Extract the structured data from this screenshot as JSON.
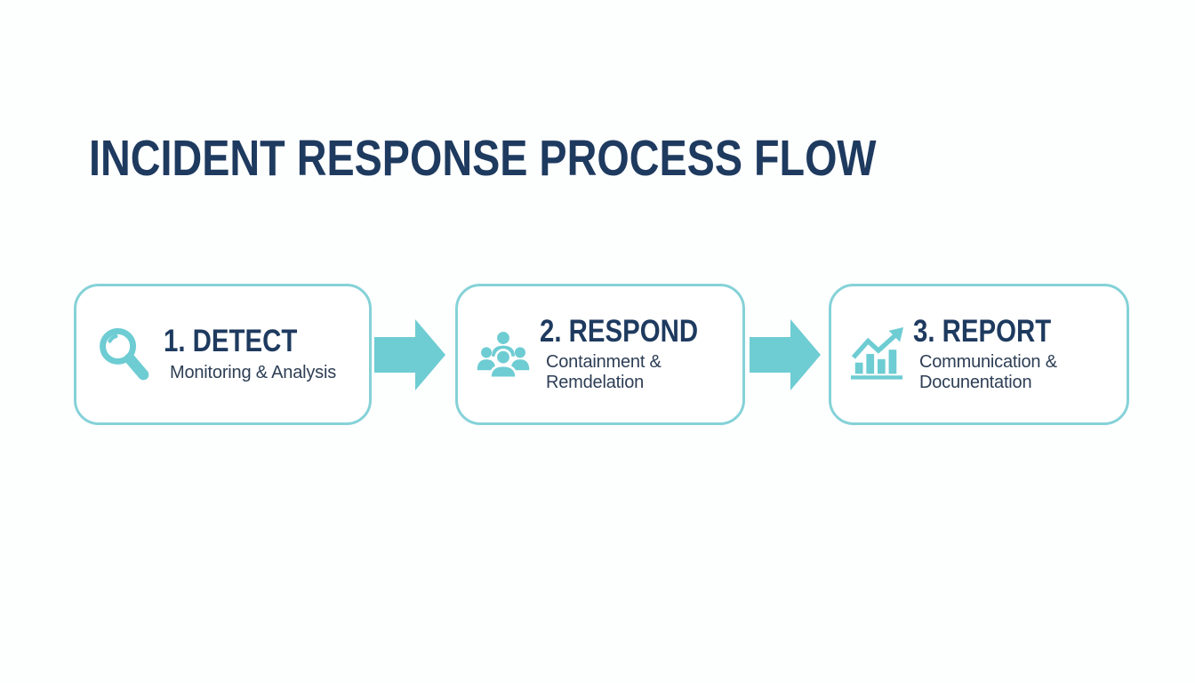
{
  "page": {
    "title": "INCIDENT RESPONSE PROCESS FLOW"
  },
  "colors": {
    "accent_teal": "#6eccd3",
    "box_border_teal": "#85d2d8",
    "heading_navy": "#1e3a5f",
    "subtitle_navy": "#2d3e55",
    "background": "#fdfefe"
  },
  "steps": [
    {
      "title": "1. DETECT",
      "icon": "magnifier-icon",
      "subtitle_lines": [
        "Monitoring & Analysis"
      ]
    },
    {
      "title": "2. RESPOND",
      "icon": "team-icon",
      "subtitle_lines": [
        "Containment &",
        "Remdelation"
      ]
    },
    {
      "title": "3. REPORT",
      "icon": "bar-chart-icon",
      "subtitle_lines": [
        "Communication &",
        "Docunentation"
      ]
    }
  ],
  "connectors": [
    {
      "name": "arrow-detect-to-respond",
      "direction": "right"
    },
    {
      "name": "arrow-respond-to-report",
      "direction": "right"
    }
  ]
}
